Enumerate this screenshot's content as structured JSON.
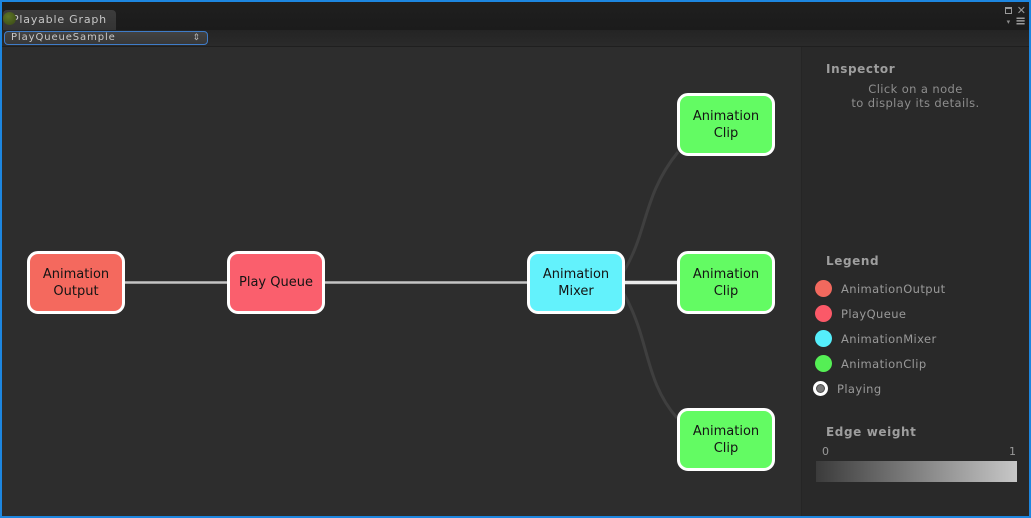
{
  "window": {
    "tab_title": "Playable Graph",
    "icons": {
      "close": "✕",
      "menu_caret": "▾",
      "menu_lines": "≡",
      "dropdown_arrows": "⇕"
    }
  },
  "toolbar": {
    "graph_selector": {
      "value": "PlayQueueSample"
    }
  },
  "graph": {
    "nodes": [
      {
        "id": "animation-output",
        "label": "Animation Output",
        "type": "AnimationOutput",
        "color": "#f4695e"
      },
      {
        "id": "play-queue",
        "label": "Play Queue",
        "type": "PlayQueue",
        "color": "#fa5f6d"
      },
      {
        "id": "animation-mixer",
        "label": "Animation Mixer",
        "type": "AnimationMixer",
        "color": "#63f2fc"
      },
      {
        "id": "animation-clip-top",
        "label": "Animation Clip",
        "type": "AnimationClip",
        "color": "#63fb63"
      },
      {
        "id": "animation-clip-middle",
        "label": "Animation Clip",
        "type": "AnimationClip",
        "color": "#63fb63"
      },
      {
        "id": "animation-clip-bottom",
        "label": "Animation Clip",
        "type": "AnimationClip",
        "color": "#63fb63"
      }
    ],
    "edge_colors": {
      "weight_high": "#e9e9e9",
      "weight_mid": "#c4c4c4",
      "weight_low": "#3f3f3f"
    }
  },
  "inspector": {
    "title": "Inspector",
    "hint_line1": "Click on a node",
    "hint_line2": "to display its details."
  },
  "legend": {
    "title": "Legend",
    "items": [
      {
        "label": "AnimationOutput",
        "color": "#f2695e"
      },
      {
        "label": "PlayQueue",
        "color": "#fb5968"
      },
      {
        "label": "AnimationMixer",
        "color": "#55eefb"
      },
      {
        "label": "AnimationClip",
        "color": "#55ef55"
      },
      {
        "label": "Playing",
        "color": "#787878",
        "ring": "#ffffff"
      }
    ]
  },
  "edge_weight": {
    "title": "Edge weight",
    "min_label": "0",
    "max_label": "1",
    "gradient_from": "#3b3b3b",
    "gradient_to": "#c7c7c7"
  },
  "colors": {
    "window_border": "#1d86e0",
    "graph_background": "#2d2d2d",
    "panel_background": "#292929"
  }
}
